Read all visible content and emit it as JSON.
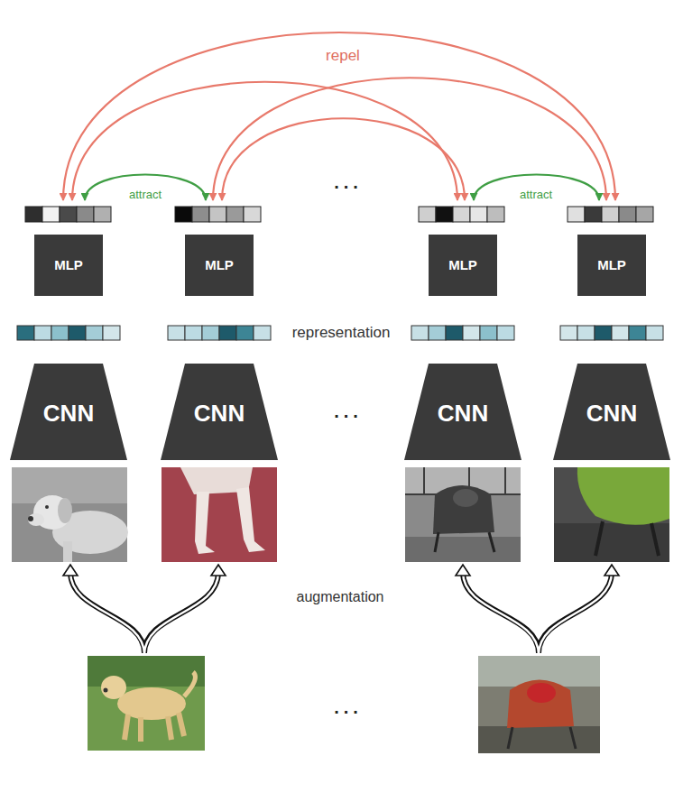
{
  "diagram": {
    "nodes": [
      {
        "text": [
          "MLP"
        ]
      },
      {
        "text": [
          "MLP"
        ]
      },
      {
        "text": [
          "MLP"
        ]
      },
      {
        "text": [
          "MLP"
        ]
      },
      {
        "text": [
          "CNN"
        ]
      },
      {
        "text": [
          "CNN"
        ]
      },
      {
        "text": [
          "CNN"
        ]
      },
      {
        "text": [
          "CNN"
        ]
      }
    ],
    "labels": [
      "repel",
      "attract",
      "attract",
      "...",
      "representation",
      "...",
      "augmentation",
      "..."
    ]
  }
}
